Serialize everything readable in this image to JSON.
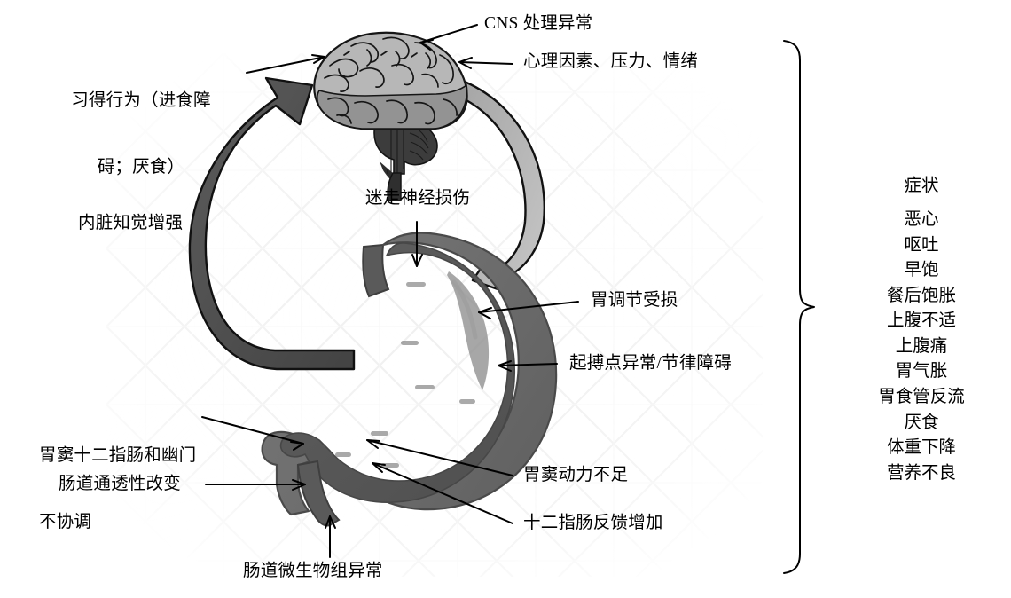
{
  "figure": {
    "title": "Gastroparesis pathophysiology diagram",
    "background_color": "#ffffff",
    "text_color": "#000000"
  },
  "illustrations": {
    "brain": {
      "name": "brain",
      "cortex_light_color": "#b5b5b5",
      "cortex_mid_color": "#8d8d8d",
      "stem_color": "#3a3a3a",
      "outline_color": "#1a1a1a"
    },
    "stomach": {
      "name": "stomach",
      "inner_color": "#5a5a5a",
      "outer_color": "#6e6e6e",
      "highlight_color": "#8a8a8a",
      "outline_color": "#4a4a4a"
    }
  },
  "cycle_arrows": [
    {
      "name": "upward-visceral-arrow",
      "direction": "stomach-to-brain",
      "color": "#555555"
    },
    {
      "name": "downward-brain-arrow",
      "direction": "brain-to-stomach",
      "color": "#b9b9b9"
    }
  ],
  "labels": {
    "cns_processing": "CNS 处理异常",
    "learned_behavior_line1": "习得行为（进食障",
    "learned_behavior_line2": "碍；厌食）",
    "psychological_factors": "心理因素、压力、情绪",
    "visceral_perception": "内脏知觉增强",
    "vagal_injury": "迷走神经损伤",
    "gastric_accommodation": "胃调节受损",
    "pacemaker_dysrhythmia": "起搏点异常/节律障碍",
    "antroduodenal_line1": "胃窦十二指肠和幽门",
    "antroduodenal_line2": "不协调",
    "intestinal_permeability": "肠道通透性改变",
    "antral_hypomotility": "胃窦动力不足",
    "duodenal_feedback": "十二指肠反馈增加",
    "gut_microbiome": "肠道微生物组异常"
  },
  "symptoms": {
    "heading": "症状",
    "items": [
      "恶心",
      "呕吐",
      "早饱",
      "餐后饱胀",
      "上腹不适",
      "上腹痛",
      "胃气胀",
      "胃食管反流",
      "厌食",
      "体重下降",
      "营养不良"
    ]
  },
  "brace": {
    "name": "symptoms-brace",
    "orientation": "right-pointing",
    "color": "#000000"
  }
}
